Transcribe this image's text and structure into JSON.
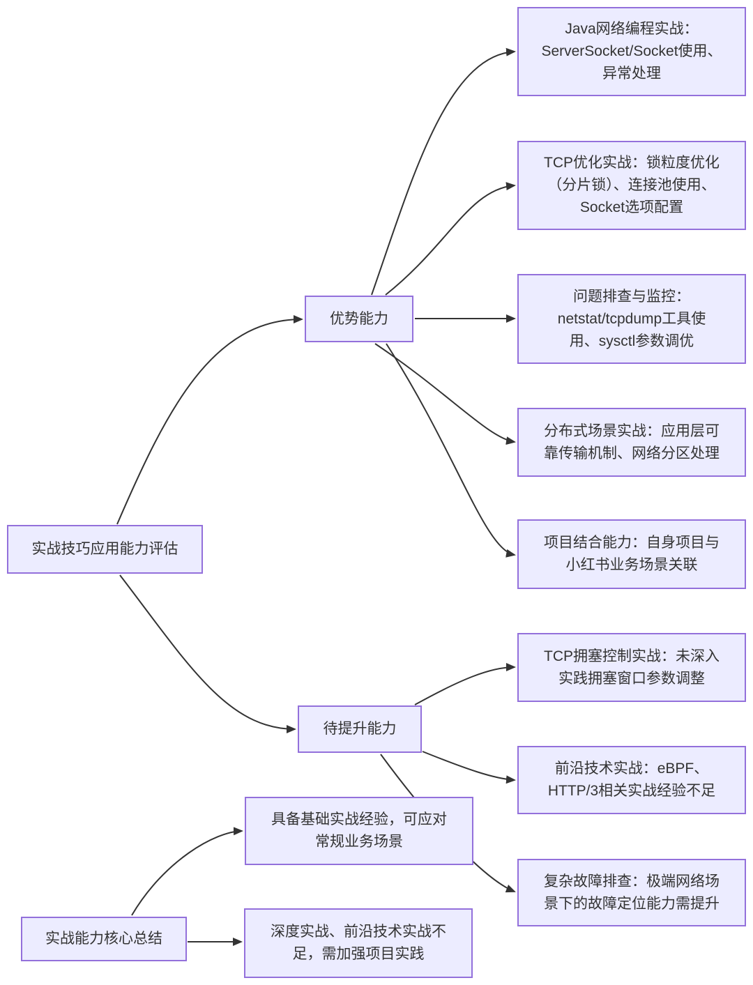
{
  "diagram": {
    "type": "flowchart",
    "background_color": "#FFFFFF",
    "node_fill_color": "#ECECFF",
    "node_border_color": "#9370DB",
    "text_color": "#333333",
    "edge_color": "#333333",
    "nodes": {
      "eval": {
        "label": "实战技巧应用能力评估"
      },
      "strength": {
        "label": "优势能力"
      },
      "improve": {
        "label": "待提升能力"
      },
      "summary": {
        "label": "实战能力核心总结"
      },
      "java": {
        "label": "Java网络编程实战：\nServerSocket/Socket使用、\n异常处理"
      },
      "tcpopt": {
        "label": "TCP优化实战：锁粒度优化\n（分片锁）、连接池使用、\nSocket选项配置"
      },
      "monitor": {
        "label": "问题排查与监控：\nnetstat/tcpdump工具使\n用、sysctl参数调优"
      },
      "dist": {
        "label": "分布式场景实战：应用层可\n靠传输机制、网络分区处理"
      },
      "project": {
        "label": "项目结合能力：自身项目与\n小红书业务场景关联"
      },
      "congestion": {
        "label": "TCP拥塞控制实战：未深入\n实践拥塞窗口参数调整"
      },
      "frontier": {
        "label": "前沿技术实战：eBPF、\nHTTP/3相关实战经验不足"
      },
      "troubleshoot": {
        "label": "复杂故障排查：极端网络场\n景下的故障定位能力需提升"
      },
      "basic": {
        "label": "具备基础实战经验，可应对\n常规业务场景"
      },
      "depth": {
        "label": "深度实战、前沿技术实战不\n足，需加强项目实践"
      }
    },
    "edges": [
      {
        "from": "实战技巧应用能力评估",
        "to": "优势能力"
      },
      {
        "from": "实战技巧应用能力评估",
        "to": "待提升能力"
      },
      {
        "from": "优势能力",
        "to": "Java网络编程实战"
      },
      {
        "from": "优势能力",
        "to": "TCP优化实战"
      },
      {
        "from": "优势能力",
        "to": "问题排查与监控"
      },
      {
        "from": "优势能力",
        "to": "分布式场景实战"
      },
      {
        "from": "优势能力",
        "to": "项目结合能力"
      },
      {
        "from": "待提升能力",
        "to": "TCP拥塞控制实战"
      },
      {
        "from": "待提升能力",
        "to": "前沿技术实战"
      },
      {
        "from": "待提升能力",
        "to": "复杂故障排查"
      },
      {
        "from": "实战能力核心总结",
        "to": "具备基础实战经验"
      },
      {
        "from": "实战能力核心总结",
        "to": "深度实战"
      }
    ]
  }
}
